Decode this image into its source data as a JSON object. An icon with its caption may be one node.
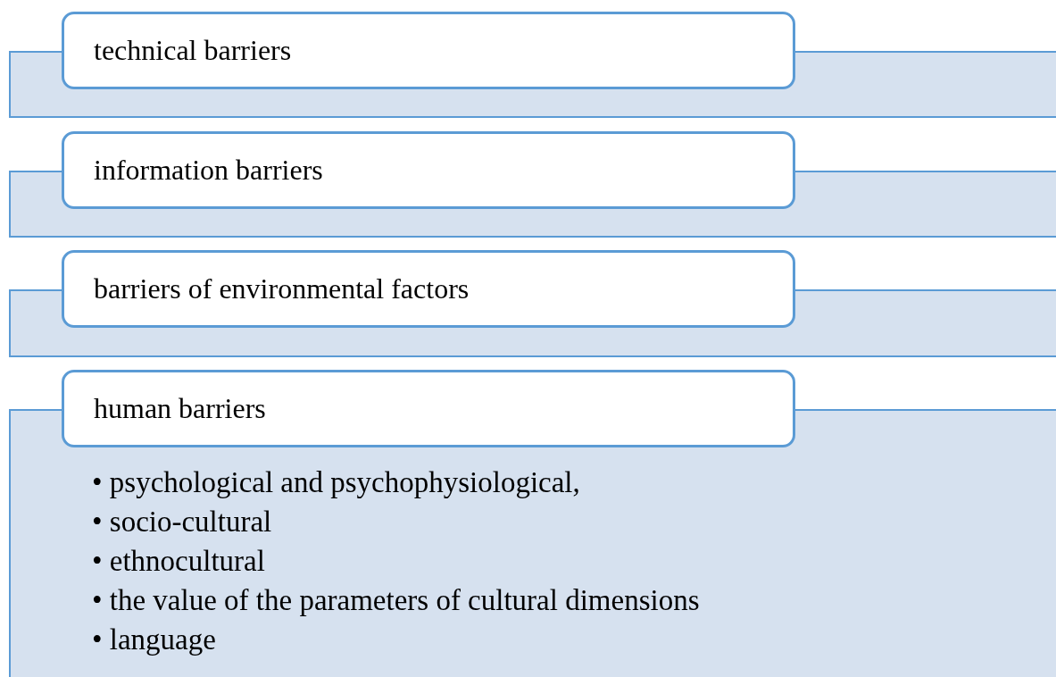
{
  "diagram": {
    "nodes": [
      {
        "text": [
          "technical barriers"
        ]
      },
      {
        "text": [
          "information barriers"
        ]
      },
      {
        "text": [
          "barriers of environmental factors"
        ]
      },
      {
        "text": [
          "human barriers",
          "• psychological and psychophysiological,",
          "• socio-cultural",
          "• ethnocultural",
          "• the value of the parameters of cultural dimensions",
          "• language"
        ]
      }
    ]
  }
}
